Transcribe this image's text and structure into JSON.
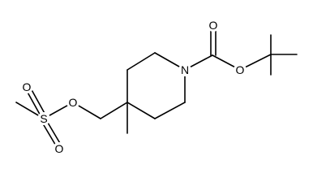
{
  "molecule": {
    "atoms": {
      "o_carbonyl": "O",
      "o_ester": "O",
      "n_ring": "N",
      "o_ether": "O",
      "s_sulfonyl": "S",
      "o_sulfonyl_top": "O",
      "o_sulfonyl_bottom": "O"
    }
  },
  "colors": {
    "bond": "#000000",
    "background": "#ffffff"
  }
}
